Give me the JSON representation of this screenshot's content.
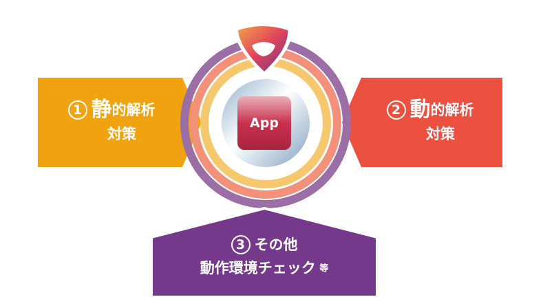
{
  "center": {
    "label": "App"
  },
  "items": [
    {
      "number": "1",
      "title_big": "静",
      "title_rest": "的解析",
      "line2": "対策",
      "color": "#F0A30F"
    },
    {
      "number": "2",
      "title_big": "動",
      "title_rest": "的解析",
      "line2": "対策",
      "color": "#EC5040"
    },
    {
      "number": "3",
      "title_big": "",
      "title_rest": "その他",
      "line2": "動作環境チェック",
      "suffix": "等",
      "color": "#74398A"
    }
  ],
  "ring_colors": [
    "#9B6FA5",
    "#F3907A",
    "#F6C86E"
  ]
}
